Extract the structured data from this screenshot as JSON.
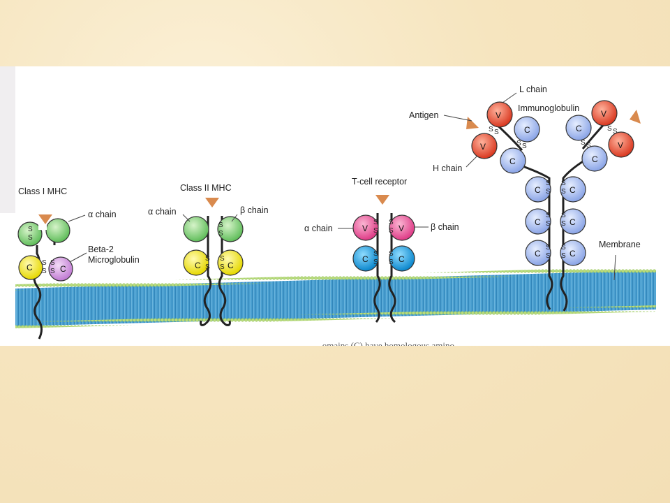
{
  "slide": {
    "background_color": "#f7e8c4"
  },
  "figure": {
    "cut_caption": "...omains (C) have homologous amino",
    "molecules": {
      "mhc1": {
        "title": "Class I MHC",
        "alpha_label": "α chain",
        "beta2_label_line1": "Beta-2",
        "beta2_label_line2": "Microglobulin"
      },
      "mhc2": {
        "title": "Class II MHC",
        "alpha_label": "α chain",
        "beta_label": "β chain"
      },
      "tcr": {
        "title": "T-cell receptor",
        "alpha_label": "α chain",
        "beta_label": "β chain"
      },
      "ig": {
        "title": "Immunoglobulin",
        "light_chain_label": "L chain",
        "heavy_chain_label": "H chain",
        "antigen_label": "Antigen"
      }
    },
    "membrane_label": "Membrane",
    "domain_letters": {
      "variable": "V",
      "constant": "C",
      "disulfide": "S"
    },
    "colors": {
      "mhc_alpha_green": "#7fcf7a",
      "mhc_constant_yellow": "#f2e832",
      "beta2_purple": "#d59be0",
      "tcr_variable_pink": "#ea5a9a",
      "tcr_constant_blue": "#1ca0e0",
      "ig_variable_red": "#e5553a",
      "ig_constant_lightblue": "#9fb6ee",
      "antigen_orange": "#d98a4e",
      "membrane_blue": "#3b98cc",
      "membrane_head_green": "#b4d979"
    }
  }
}
